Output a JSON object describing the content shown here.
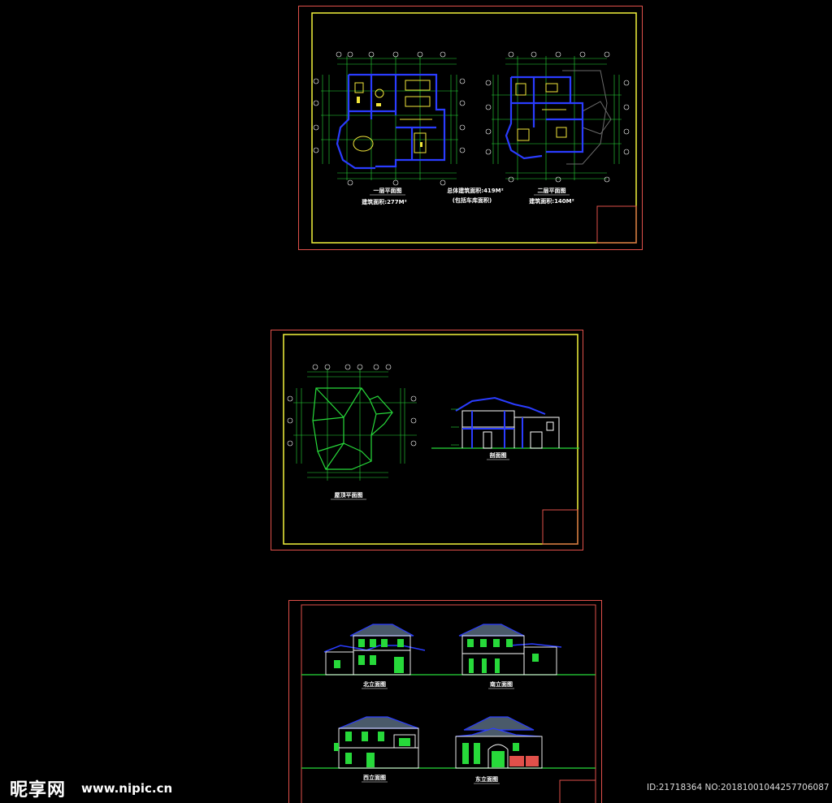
{
  "sheet1": {
    "plan1_title": "一层平面图",
    "plan1_area": "建筑面积:277M²",
    "total_area_line1": "总体建筑面积:419M²",
    "total_area_line2": "(包括车库面积)",
    "plan2_title": "二层平面图",
    "plan2_area": "建筑面积:140M²"
  },
  "sheet2": {
    "roof_plan_title": "屋顶平面图",
    "section_title": "剖面图"
  },
  "sheet3": {
    "elev_north": "北立面图",
    "elev_south": "南立面图",
    "elev_west": "西立面图",
    "elev_east": "东立面图"
  },
  "watermark": {
    "logo": "昵享网",
    "url": "www.nipic.cn",
    "id_text": "ID:21718364 NO:20181001044257706087"
  },
  "colors": {
    "background": "#000000",
    "outer_frame": "#e0504a",
    "inner_frame": "#f2f23c",
    "walls": "#2a3cff",
    "dimensions": "#27d93a",
    "furniture": "#f2e63a",
    "ground": "#27d93a"
  }
}
